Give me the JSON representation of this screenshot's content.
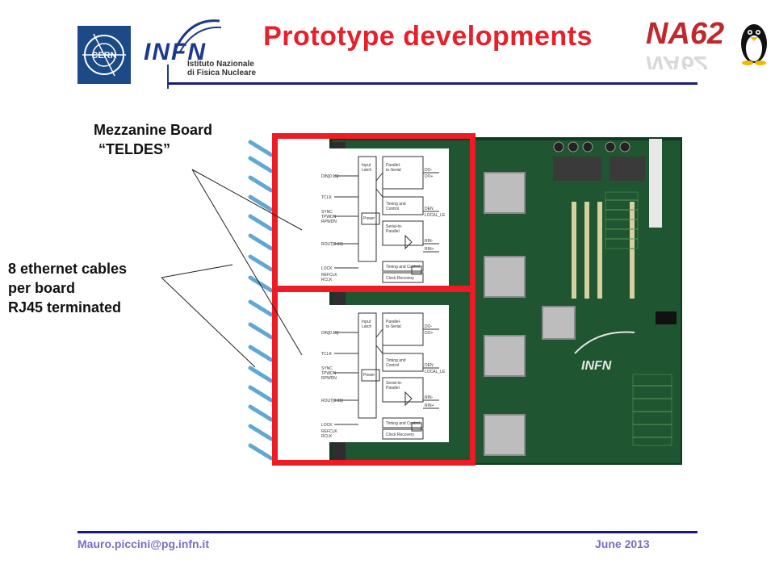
{
  "header": {
    "title": "Prototype developments",
    "cern_logo_text": "CERN",
    "infn_logo_text": "INFN",
    "infn_subtitle_line1": "Istituto Nazionale",
    "infn_subtitle_line2": "di Fisica Nucleare",
    "na62_logo_text": "NA62"
  },
  "labels": {
    "mezzanine_line1": "Mezzanine Board",
    "mezzanine_line2": "“TELDES”",
    "cables_line1": "8 ethernet cables",
    "cables_line2": "per board",
    "cables_line3": "RJ45 terminated"
  },
  "footer": {
    "email": "Mauro.piccini@pg.infn.it",
    "date": "June 2013"
  },
  "colors": {
    "title": "#e8202a",
    "rule": "#1a1a7a",
    "footer_text": "#7a6cc8",
    "highlight_box": "#ee1b24",
    "board": "#1c4a2a"
  }
}
